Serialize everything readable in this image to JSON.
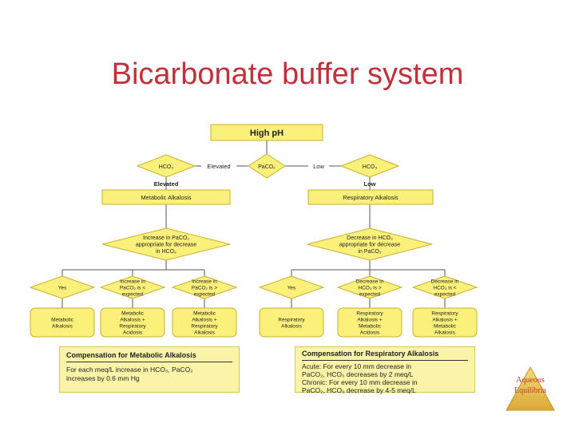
{
  "slide": {
    "title": "Bicarbonate buffer system"
  },
  "flowchart": {
    "top": "High pH",
    "center_diamond": "PaCO₂",
    "left_edge_label": "Elevated",
    "right_edge_label": "Low",
    "left_hco3": "HCO₃",
    "right_hco3": "HCO₃",
    "left_hco3_result": "Elevated",
    "right_hco3_result": "Low",
    "left_condition": "Metabolic Alkalosis",
    "right_condition": "Respiratory Alkalosis",
    "left_question": [
      "Increase in PaCO₂",
      "appropriate for decrease",
      "in HCO₃"
    ],
    "right_question": [
      "Decrease in HCO₃",
      "appropriate for decrease",
      "in PaCO₂"
    ],
    "left_answers": [
      [
        "Yes"
      ],
      [
        "Increase in",
        "PaCO₂ is <",
        "expected"
      ],
      [
        "Increase in",
        "PaCO₂ is >",
        "expected"
      ]
    ],
    "right_answers": [
      [
        "Yes"
      ],
      [
        "Decrease in",
        "HCO₃ is >",
        "expected"
      ],
      [
        "Decrease in",
        "HCO₃ is <",
        "expected"
      ]
    ],
    "left_outcomes": [
      [
        "Metabolic",
        "Alkalosis"
      ],
      [
        "Metabolic",
        "Alkalosis +",
        "Respiratory",
        "Acidosis"
      ],
      [
        "Metabolic",
        "Alkalosis +",
        "Respiratory",
        "Alkalosis"
      ]
    ],
    "right_outcomes": [
      [
        "Respiratory",
        "Alkalosis"
      ],
      [
        "Respiratory",
        "Alkalosis +",
        "Metabolic",
        "Acidosis"
      ],
      [
        "Respiratory",
        "Alkalosis +",
        "Metabolic",
        "Alkalosis"
      ]
    ]
  },
  "compensation_left": {
    "heading": "Compensation for Metabolic Alkalosis",
    "lines": [
      "For each meq/L increase in HCO₃, PaCO₂",
      "increases by 0.6 mm Hg"
    ]
  },
  "compensation_right": {
    "heading": "Compensation for Respiratory Alkalosis",
    "lines": [
      "Acute: For every 10 mm decrease in",
      "PaCO₂, HCO₃ decreases by 2 meq/L",
      "Chronic: For every 10 mm decrease in",
      "PaCO₂, HCO₃ decrease by 4-5 meq/L"
    ]
  },
  "badge": {
    "line1": "Aqueous",
    "line2": "Equilibria"
  },
  "colors": {
    "title": "#c0313b",
    "node_fill": "#fbf07a",
    "node_stroke": "#c9b02a",
    "line": "#555555"
  }
}
